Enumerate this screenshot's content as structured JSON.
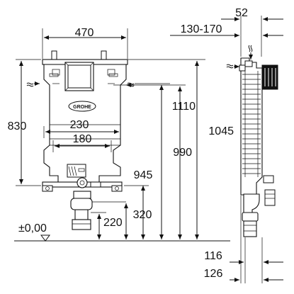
{
  "brand": {
    "logo_text": "GROHE"
  },
  "dimensions": {
    "frame_width": "470",
    "frame_height": "830",
    "bracket_spacing": "230",
    "bolt_spacing": "180",
    "height_1110": "1110",
    "height_1045": "1045",
    "height_990": "990",
    "height_945": "945",
    "height_320": "320",
    "height_220": "220",
    "floor_level": "±0,00",
    "side_top": "52",
    "side_range": "130-170",
    "side_116": "116",
    "side_126": "126"
  }
}
